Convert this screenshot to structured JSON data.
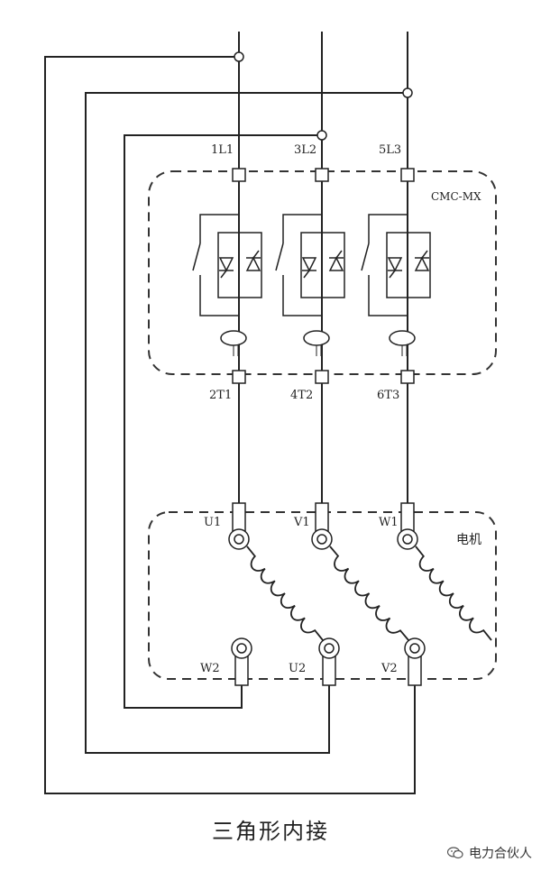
{
  "terminals_top": [
    "1L1",
    "3L2",
    "5L3"
  ],
  "terminals_mid": [
    "2T1",
    "4T2",
    "6T3"
  ],
  "motor_top": [
    "U1",
    "V1",
    "W1"
  ],
  "motor_bottom": [
    "W2",
    "U2",
    "V2"
  ],
  "controller_label": "CMC-MX",
  "motor_label": "电机",
  "caption": "三角形内接",
  "watermark": "电力合伙人",
  "watermark_icon": "wechat-icon"
}
